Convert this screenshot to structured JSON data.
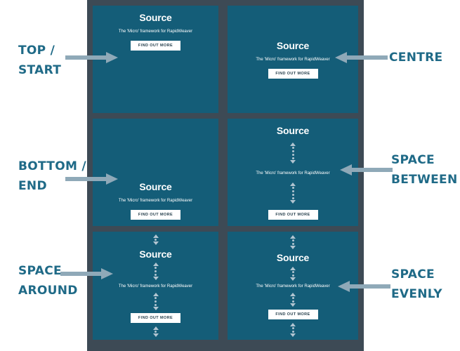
{
  "card": {
    "title": "Source",
    "subtitle": "The 'Micro' framework for RapidWeaver",
    "button": "FIND OUT MORE"
  },
  "labels": {
    "top_start": [
      "TOP /",
      "START"
    ],
    "centre": [
      "CENTRE"
    ],
    "bottom_end": [
      "BOTTOM /",
      "END"
    ],
    "space_between": [
      "SPACE",
      "BETWEEN"
    ],
    "space_around": [
      "SPACE",
      "AROUND"
    ],
    "space_evenly": [
      "SPACE",
      "EVENLY"
    ]
  },
  "colors": {
    "frame": "#3d4a55",
    "panel": "#145d78",
    "label_text": "#1f6a87",
    "arrow": "#8fa9b8",
    "spacing_arrow": "#b2c5d1"
  },
  "icons": {
    "pointer": "arrow-right-icon / arrow-left-icon",
    "spacing": "vertical-double-arrow-icon"
  }
}
